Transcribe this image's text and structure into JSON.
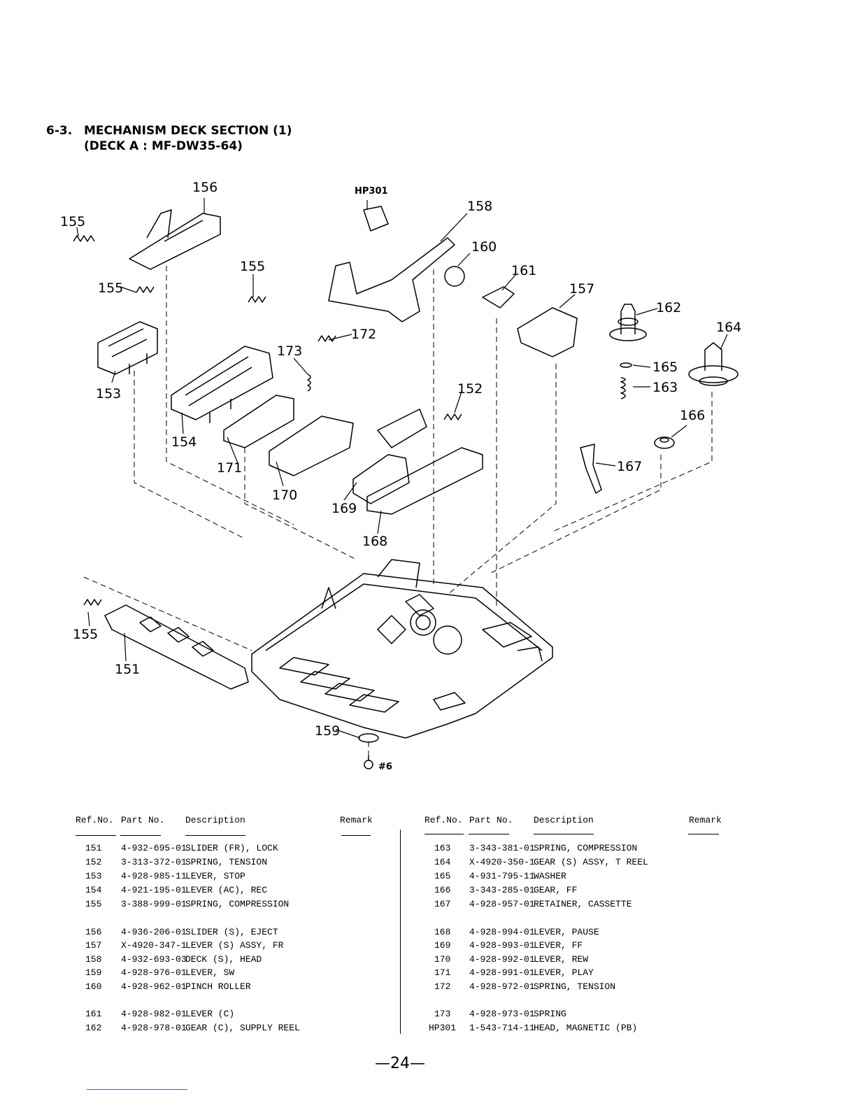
{
  "section": {
    "number": "6-3.",
    "title": "MECHANISM DECK SECTION (1)",
    "subtitle": "(DECK A : MF-DW35-64)"
  },
  "callouts": {
    "c151": "151",
    "c152": "152",
    "c153": "153",
    "c154": "154",
    "c155a": "155",
    "c155b": "155",
    "c155c": "155",
    "c155d": "155",
    "c156": "156",
    "c157": "157",
    "c158": "158",
    "c159": "159",
    "c160": "160",
    "c161": "161",
    "c162": "162",
    "c163": "163",
    "c164": "164",
    "c165": "165",
    "c166": "166",
    "c167": "167",
    "c168": "168",
    "c169": "169",
    "c170": "170",
    "c171": "171",
    "c172": "172",
    "c173": "173",
    "hp301": "HP301",
    "screw6": "#6"
  },
  "table": {
    "headers": {
      "ref": "Ref.No.",
      "part": "Part No.",
      "desc": "Description",
      "remark": "Remark"
    },
    "left": [
      {
        "ref": "151",
        "part": "4-932-695-01",
        "desc": "SLIDER (FR), LOCK"
      },
      {
        "ref": "152",
        "part": "3-313-372-01",
        "desc": "SPRING, TENSION"
      },
      {
        "ref": "153",
        "part": "4-928-985-11",
        "desc": "LEVER, STOP"
      },
      {
        "ref": "154",
        "part": "4-921-195-01",
        "desc": "LEVER (AC), REC"
      },
      {
        "ref": "155",
        "part": "3-388-999-01",
        "desc": "SPRING, COMPRESSION"
      },
      {
        "ref": "156",
        "part": "4-936-206-01",
        "desc": "SLIDER (S), EJECT"
      },
      {
        "ref": "157",
        "part": "X-4920-347-1",
        "desc": "LEVER (S) ASSY, FR"
      },
      {
        "ref": "158",
        "part": "4-932-693-03",
        "desc": "DECK (S), HEAD"
      },
      {
        "ref": "159",
        "part": "4-928-976-01",
        "desc": "LEVER, SW"
      },
      {
        "ref": "160",
        "part": "4-928-962-01",
        "desc": "PINCH ROLLER"
      },
      {
        "ref": "161",
        "part": "4-928-982-01",
        "desc": "LEVER (C)"
      },
      {
        "ref": "162",
        "part": "4-928-978-01",
        "desc": "GEAR (C), SUPPLY REEL"
      }
    ],
    "right": [
      {
        "ref": "163",
        "part": "3-343-381-01",
        "desc": "SPRING, COMPRESSION"
      },
      {
        "ref": "164",
        "part": "X-4920-350-1",
        "desc": "GEAR (S) ASSY, T REEL"
      },
      {
        "ref": "165",
        "part": "4-931-795-11",
        "desc": "WASHER"
      },
      {
        "ref": "166",
        "part": "3-343-285-01",
        "desc": "GEAR, FF"
      },
      {
        "ref": "167",
        "part": "4-928-957-01",
        "desc": "RETAINER, CASSETTE"
      },
      {
        "ref": "168",
        "part": "4-928-994-01",
        "desc": "LEVER, PAUSE"
      },
      {
        "ref": "169",
        "part": "4-928-993-01",
        "desc": "LEVER, FF"
      },
      {
        "ref": "170",
        "part": "4-928-992-01",
        "desc": "LEVER, REW"
      },
      {
        "ref": "171",
        "part": "4-928-991-01",
        "desc": "LEVER, PLAY"
      },
      {
        "ref": "172",
        "part": "4-928-972-01",
        "desc": "SPRING, TENSION"
      },
      {
        "ref": "173",
        "part": "4-928-973-01",
        "desc": "SPRING"
      },
      {
        "ref": "HP301",
        "part": "1-543-714-11",
        "desc": "HEAD, MAGNETIC (PB)"
      }
    ]
  },
  "page_number": "—24—"
}
